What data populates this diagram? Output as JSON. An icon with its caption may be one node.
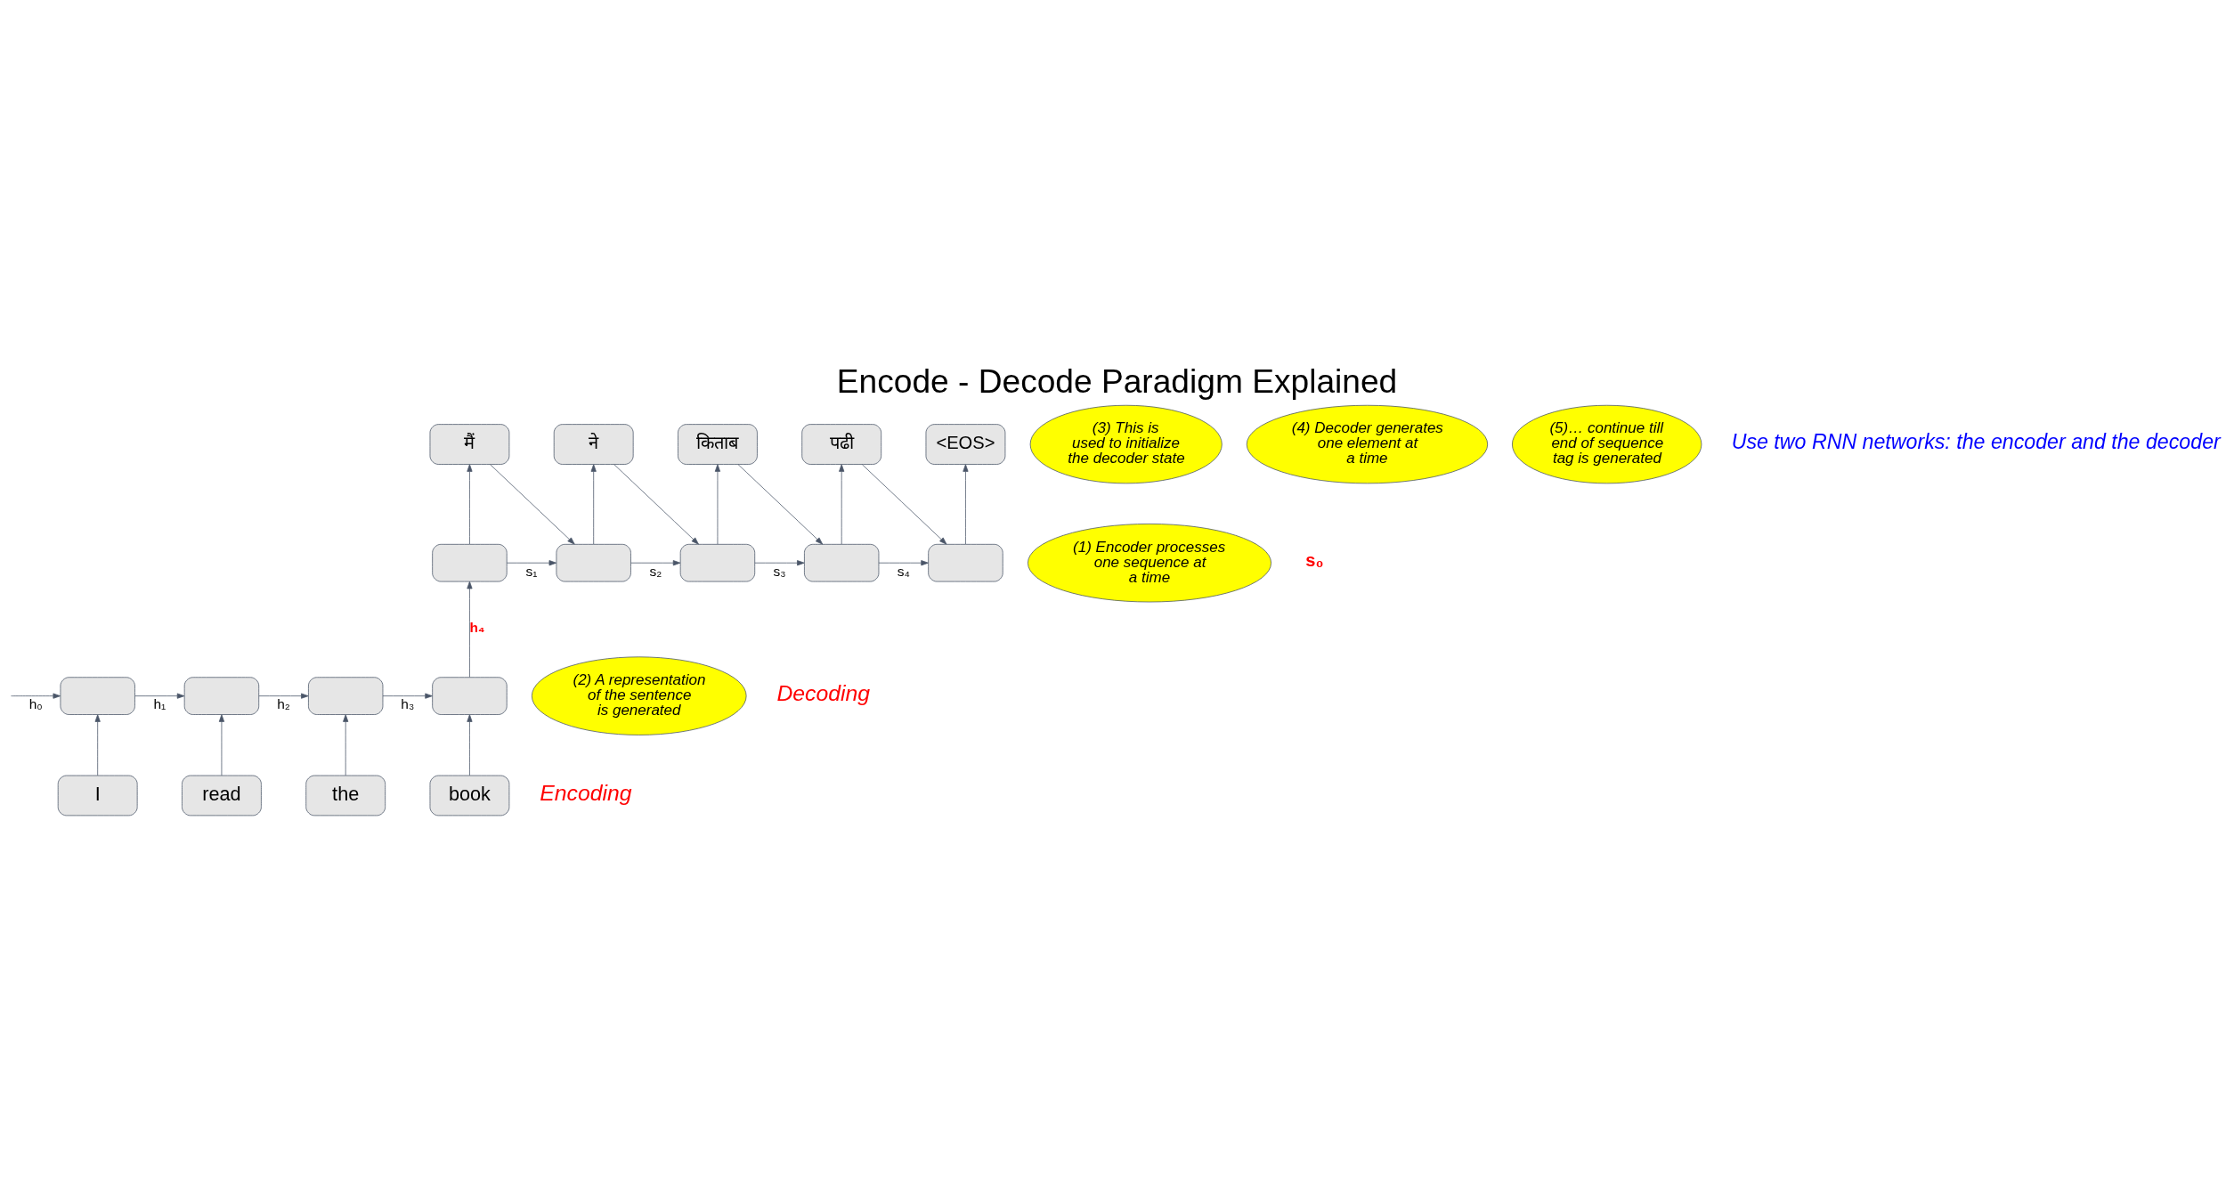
{
  "diagram": {
    "title": "Encode - Decode Paradigm Explained",
    "nodes": [
      {
        "text": [],
        "shape": "box"
      },
      {
        "text": [],
        "shape": "box"
      },
      {
        "text": [],
        "shape": "box"
      },
      {
        "text": [],
        "shape": "box"
      },
      {
        "text": [
          "I"
        ]
      },
      {
        "text": [
          "read"
        ]
      },
      {
        "text": [
          "the"
        ]
      },
      {
        "text": [
          "book"
        ]
      },
      {
        "text": [],
        "shape": "box"
      },
      {
        "text": [],
        "shape": "box"
      },
      {
        "text": [],
        "shape": "box"
      },
      {
        "text": [],
        "shape": "box"
      },
      {
        "text": [],
        "shape": "box"
      },
      {
        "text": [
          "मैं"
        ]
      },
      {
        "text": [
          "ने"
        ]
      },
      {
        "text": [
          "किताब"
        ]
      },
      {
        "text": [
          "पढी"
        ]
      },
      {
        "text": [
          "<EOS>"
        ]
      },
      {
        "text": [
          "(1) Encoder processes one sequence at a time"
        ]
      },
      {
        "text": [
          "(2) A representation of the sentence is generated"
        ]
      },
      {
        "text": [
          "(3) This is used to initialize the decoder state"
        ]
      },
      {
        "text": [
          "(4) Decoder generates one element at a time"
        ]
      },
      {
        "text": [
          "(5)… continue till end of sequence tag is generated"
        ]
      }
    ],
    "edges": [
      {
        "from": null,
        "to": 0,
        "arrow": "to",
        "label": "h₀"
      },
      {
        "from": 0,
        "to": 1,
        "arrow": "to",
        "label": "h₁"
      },
      {
        "from": 1,
        "to": 2,
        "arrow": "to",
        "label": "h₂"
      },
      {
        "from": 2,
        "to": 3,
        "arrow": "to",
        "label": "h₃"
      },
      {
        "from": 3,
        "to": 8,
        "arrow": "to",
        "label": "h₄"
      },
      {
        "from": 4,
        "to": 0,
        "arrow": "to"
      },
      {
        "from": 5,
        "to": 1,
        "arrow": "to"
      },
      {
        "from": 6,
        "to": 2,
        "arrow": "to"
      },
      {
        "from": 7,
        "to": 3,
        "arrow": "to"
      },
      {
        "from": 8,
        "to": 9,
        "arrow": "to",
        "label": "s₁"
      },
      {
        "from": 9,
        "to": 10,
        "arrow": "to",
        "label": "s₂"
      },
      {
        "from": 10,
        "to": 11,
        "arrow": "to",
        "label": "s₃"
      },
      {
        "from": 11,
        "to": 12,
        "arrow": "to",
        "label": "s₄"
      },
      {
        "from": 8,
        "to": 13,
        "arrow": "to"
      },
      {
        "from": 9,
        "to": 14,
        "arrow": "to"
      },
      {
        "from": 10,
        "to": 15,
        "arrow": "to"
      },
      {
        "from": 11,
        "to": 16,
        "arrow": "to"
      },
      {
        "from": 12,
        "to": 17,
        "arrow": "to"
      },
      {
        "from": 13,
        "to": 9,
        "arrow": "to"
      },
      {
        "from": 14,
        "to": 10,
        "arrow": "to"
      },
      {
        "from": 15,
        "to": 11,
        "arrow": "to"
      },
      {
        "from": 16,
        "to": 12,
        "arrow": "to"
      }
    ],
    "labels": [
      "Use two RNN networks: the encoder and the decoder",
      "s₀",
      "Decoding",
      "Encoding"
    ]
  }
}
